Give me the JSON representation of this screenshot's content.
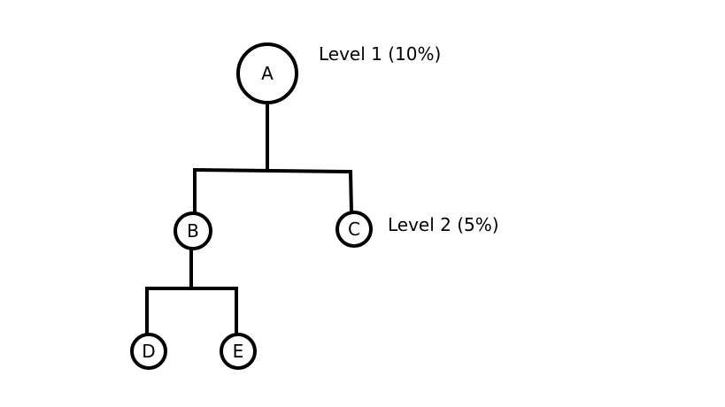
{
  "nodes": {
    "a": "A",
    "b": "B",
    "c": "C",
    "d": "D",
    "e": "E"
  },
  "levels": {
    "level1": "Level 1 (10%)",
    "level2": "Level 2 (5%)"
  },
  "colors": {
    "stroke": "#000000",
    "background": "#ffffff"
  }
}
